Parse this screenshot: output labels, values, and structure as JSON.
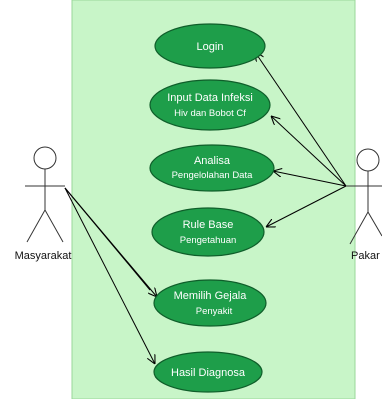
{
  "colors": {
    "background": "#ffffff",
    "system_boundary": "#c8f5c8",
    "use_case_fill": "#1e9e4a",
    "use_case_stroke": "#0f5e2a",
    "use_case_text": "#ffffff",
    "line": "#000000"
  },
  "actors": {
    "masyarakat": {
      "label": "Masyarakat"
    },
    "pakar": {
      "label": "Pakar"
    }
  },
  "use_cases": [
    {
      "id": "login",
      "lines": [
        "Login"
      ]
    },
    {
      "id": "input-data",
      "lines": [
        "Input Data Infeksi",
        "Hiv dan Bobot Cf"
      ]
    },
    {
      "id": "analisa",
      "lines": [
        "Analisa",
        "Pengelolahan Data"
      ]
    },
    {
      "id": "rule-base",
      "lines": [
        "Rule Base",
        "Pengetahuan"
      ]
    },
    {
      "id": "memilih-gejala",
      "lines": [
        "Memilih Gejala",
        "Penyakit"
      ]
    },
    {
      "id": "hasil-diagnosa",
      "lines": [
        "Hasil Diagnosa"
      ]
    }
  ]
}
